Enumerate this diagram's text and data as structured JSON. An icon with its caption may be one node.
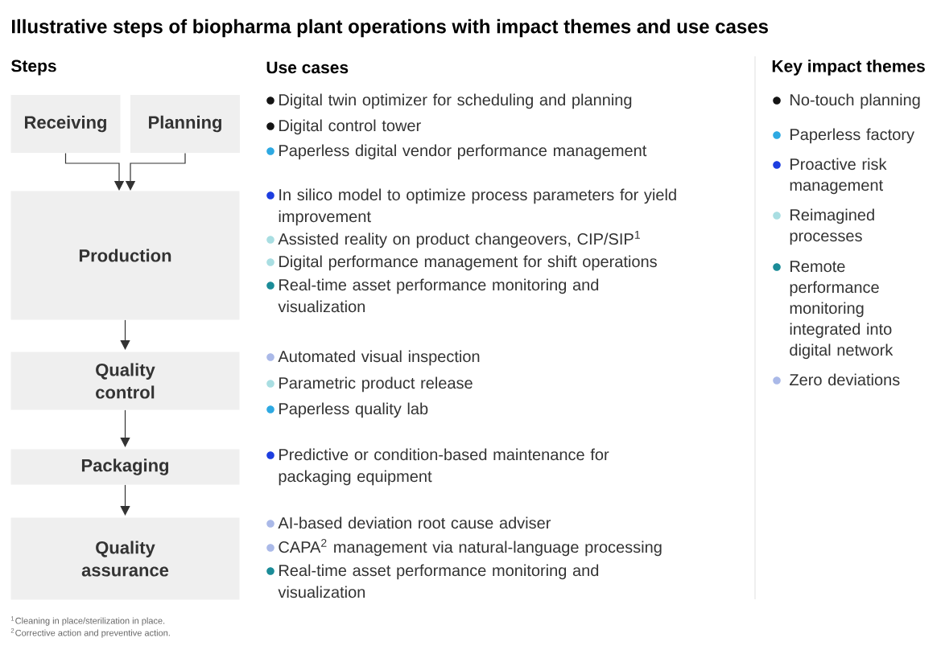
{
  "diagram": {
    "title": "Illustrative steps of biopharma plant operations with impact themes and use cases",
    "nodes": [
      {
        "text": [
          "Receiving"
        ]
      },
      {
        "text": [
          "Planning"
        ]
      },
      {
        "text": [
          "Production"
        ]
      },
      {
        "text": [
          "Quality control"
        ]
      },
      {
        "text": [
          "Packaging"
        ]
      },
      {
        "text": [
          "Quality assurance"
        ]
      }
    ],
    "edges": [
      {
        "from": 0,
        "to": 2,
        "arrow": "to"
      },
      {
        "from": 1,
        "to": 2,
        "arrow": "to"
      },
      {
        "from": 2,
        "to": 3,
        "arrow": "to"
      },
      {
        "from": 3,
        "to": 4,
        "arrow": "to"
      },
      {
        "from": 4,
        "to": 5,
        "arrow": "to"
      }
    ],
    "labels": [
      "Steps",
      "Use cases",
      "Key impact themes",
      "Digital twin optimizer for scheduling and planning",
      "Digital control tower",
      "Paperless digital vendor performance management",
      "In silico model to optimize process parameters for yield improvement",
      "Assisted reality on product changeovers, CIP/SIP$^{1}$",
      "Digital performance management for shift operations",
      "Real-time asset performance monitoring and visualization",
      "Automated visual inspection",
      "Parametric product release",
      "Paperless quality lab",
      "Predictive or condition-based maintenance for packaging equipment",
      "AI-based deviation root cause adviser",
      "CAPA$^{2}$ management via natural-language processing",
      "Real-time asset performance monitoring and visualization",
      "$^{1}$Cleaning in place/sterilization in place.",
      "$^{2}$Corrective action and preventive action."
    ],
    "legend": [
      {
        "text": "No-touch planning",
        "color": "#141414"
      },
      {
        "text": "Paperless factory",
        "color": "#2ea9e2"
      },
      {
        "text": "Proactive risk management",
        "color": "#1d3ee0"
      },
      {
        "text": "Reimagined processes",
        "color": "#a9dee2"
      },
      {
        "text": "Remote performance monitoring integrated into digital network",
        "color": "#1b8c98"
      },
      {
        "text": "Zero deviations",
        "color": "#aab9e8"
      }
    ]
  }
}
